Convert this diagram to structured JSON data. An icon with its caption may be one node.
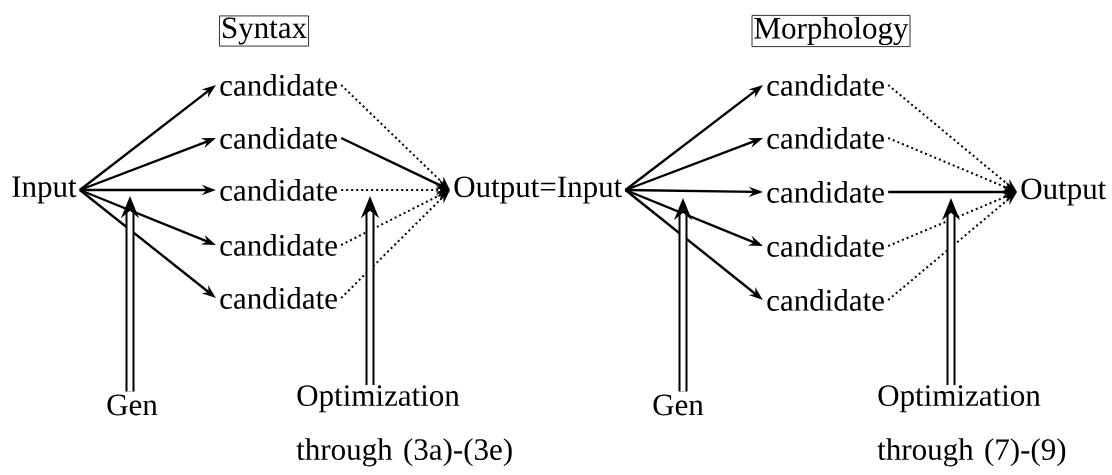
{
  "diagram": {
    "nodes": [
      {
        "text": [
          "Syntax"
        ]
      },
      {
        "text": [
          "Input"
        ]
      },
      {
        "text": [
          "candidate"
        ]
      },
      {
        "text": [
          "candidate"
        ]
      },
      {
        "text": [
          "candidate"
        ]
      },
      {
        "text": [
          "candidate"
        ]
      },
      {
        "text": [
          "candidate"
        ]
      },
      {
        "text": [
          "Output=Input"
        ]
      },
      {
        "text": [
          "Gen"
        ]
      },
      {
        "text": [
          "Optimization through (3a)-(3e)"
        ]
      },
      {
        "text": [
          "Morphology"
        ]
      },
      {
        "text": [
          "candidate"
        ]
      },
      {
        "text": [
          "candidate"
        ]
      },
      {
        "text": [
          "candidate"
        ]
      },
      {
        "text": [
          "candidate"
        ]
      },
      {
        "text": [
          "candidate"
        ]
      },
      {
        "text": [
          "Output"
        ]
      },
      {
        "text": [
          "Gen"
        ]
      },
      {
        "text": [
          "Optimization through (7)-(9)"
        ]
      }
    ],
    "edges": [
      {
        "from": 1,
        "to": 2,
        "arrow": "to"
      },
      {
        "from": 1,
        "to": 3,
        "arrow": "to"
      },
      {
        "from": 1,
        "to": 4,
        "arrow": "to"
      },
      {
        "from": 1,
        "to": 5,
        "arrow": "to"
      },
      {
        "from": 1,
        "to": 6,
        "arrow": "to"
      },
      {
        "from": 2,
        "to": 7,
        "arrow": "to",
        "style": "dashed"
      },
      {
        "from": 3,
        "to": 7,
        "arrow": "to"
      },
      {
        "from": 4,
        "to": 7,
        "arrow": "to",
        "style": "dashed"
      },
      {
        "from": 5,
        "to": 7,
        "arrow": "to",
        "style": "dashed"
      },
      {
        "from": 6,
        "to": 7,
        "arrow": "to",
        "style": "dashed"
      },
      {
        "from": 8,
        "to": null,
        "arrow": "to",
        "style": "thick"
      },
      {
        "from": 9,
        "to": null,
        "arrow": "to",
        "style": "thick"
      },
      {
        "from": 7,
        "to": 11,
        "arrow": "to"
      },
      {
        "from": 7,
        "to": 12,
        "arrow": "to"
      },
      {
        "from": 7,
        "to": 13,
        "arrow": "to"
      },
      {
        "from": 7,
        "to": 14,
        "arrow": "to"
      },
      {
        "from": 7,
        "to": 15,
        "arrow": "to"
      },
      {
        "from": 11,
        "to": 16,
        "arrow": "to",
        "style": "dashed"
      },
      {
        "from": 12,
        "to": 16,
        "arrow": "to",
        "style": "dashed"
      },
      {
        "from": 13,
        "to": 16,
        "arrow": "to"
      },
      {
        "from": 14,
        "to": 16,
        "arrow": "to",
        "style": "dashed"
      },
      {
        "from": 15,
        "to": 16,
        "arrow": "to",
        "style": "dashed"
      },
      {
        "from": 17,
        "to": null,
        "arrow": "to",
        "style": "thick"
      },
      {
        "from": 18,
        "to": null,
        "arrow": "to",
        "style": "thick"
      }
    ]
  }
}
